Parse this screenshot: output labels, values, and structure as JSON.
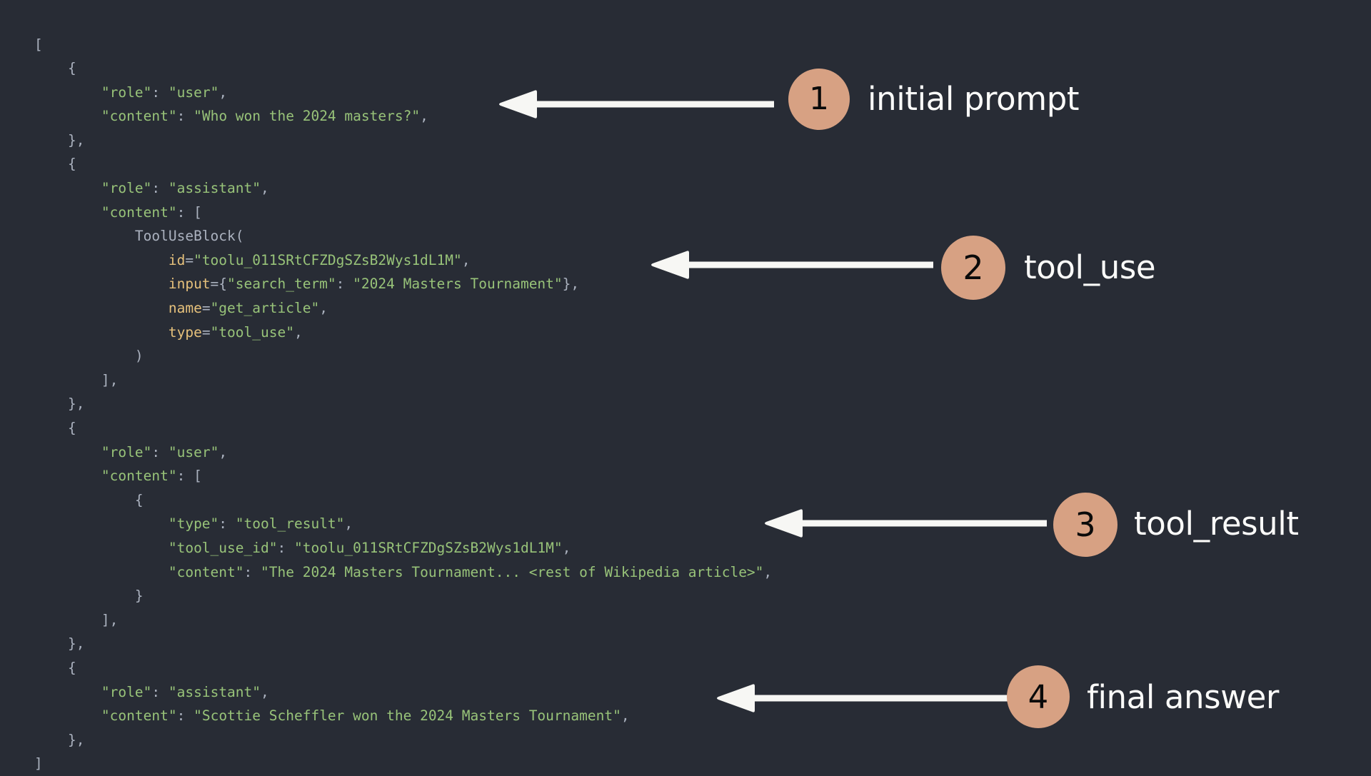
{
  "theme": {
    "background": "#282c35",
    "punctuation_color": "#abb2bf",
    "string_color": "#98c379",
    "keyword_color": "#e5c07b",
    "badge_color": "#d7a183",
    "badge_number_color": "#0a0a0a",
    "arrow_color": "#f7f7f4",
    "label_color": "#fbfbf9"
  },
  "code": {
    "language": "python",
    "lines": [
      {
        "id": "l01",
        "indent": 0,
        "text": "["
      },
      {
        "id": "l02",
        "indent": 1,
        "text": "{"
      },
      {
        "id": "l03",
        "indent": 2,
        "text": "\"role\": \"user\","
      },
      {
        "id": "l04",
        "indent": 2,
        "text": "\"content\": \"Who won the 2024 masters?\","
      },
      {
        "id": "l05",
        "indent": 1,
        "text": "},"
      },
      {
        "id": "l06",
        "indent": 1,
        "text": "{"
      },
      {
        "id": "l07",
        "indent": 2,
        "text": "\"role\": \"assistant\","
      },
      {
        "id": "l08",
        "indent": 2,
        "text": "\"content\": ["
      },
      {
        "id": "l09",
        "indent": 3,
        "text": "ToolUseBlock("
      },
      {
        "id": "l10",
        "indent": 4,
        "text": "id=\"toolu_011SRtCFZDgSZsB2Wys1dL1M\","
      },
      {
        "id": "l11",
        "indent": 4,
        "text": "input={\"search_term\": \"2024 Masters Tournament\"},"
      },
      {
        "id": "l12",
        "indent": 4,
        "text": "name=\"get_article\","
      },
      {
        "id": "l13",
        "indent": 4,
        "text": "type=\"tool_use\","
      },
      {
        "id": "l14",
        "indent": 3,
        "text": ")"
      },
      {
        "id": "l15",
        "indent": 2,
        "text": "],"
      },
      {
        "id": "l16",
        "indent": 1,
        "text": "},"
      },
      {
        "id": "l17",
        "indent": 1,
        "text": "{"
      },
      {
        "id": "l18",
        "indent": 2,
        "text": "\"role\": \"user\","
      },
      {
        "id": "l19",
        "indent": 2,
        "text": "\"content\": ["
      },
      {
        "id": "l20",
        "indent": 3,
        "text": "{"
      },
      {
        "id": "l21",
        "indent": 4,
        "text": "\"type\": \"tool_result\","
      },
      {
        "id": "l22",
        "indent": 4,
        "text": "\"tool_use_id\": \"toolu_011SRtCFZDgSZsB2Wys1dL1M\","
      },
      {
        "id": "l23",
        "indent": 4,
        "text": "\"content\": \"The 2024 Masters Tournament... <rest of Wikipedia article>\","
      },
      {
        "id": "l24",
        "indent": 3,
        "text": "}"
      },
      {
        "id": "l25",
        "indent": 2,
        "text": "],"
      },
      {
        "id": "l26",
        "indent": 1,
        "text": "},"
      },
      {
        "id": "l27",
        "indent": 1,
        "text": "{"
      },
      {
        "id": "l28",
        "indent": 2,
        "text": "\"role\": \"assistant\","
      },
      {
        "id": "l29",
        "indent": 2,
        "text": "\"content\": \"Scottie Scheffler won the 2024 Masters Tournament\","
      },
      {
        "id": "l30",
        "indent": 1,
        "text": "},"
      },
      {
        "id": "l31",
        "indent": 0,
        "text": "]"
      }
    ]
  },
  "annotations": [
    {
      "number": "1",
      "label": "initial prompt",
      "target_line": "l04"
    },
    {
      "number": "2",
      "label": "tool_use",
      "target_line": "l11"
    },
    {
      "number": "3",
      "label": "tool_result",
      "target_line": "l22"
    },
    {
      "number": "4",
      "label": "final answer",
      "target_line": "l29"
    }
  ]
}
